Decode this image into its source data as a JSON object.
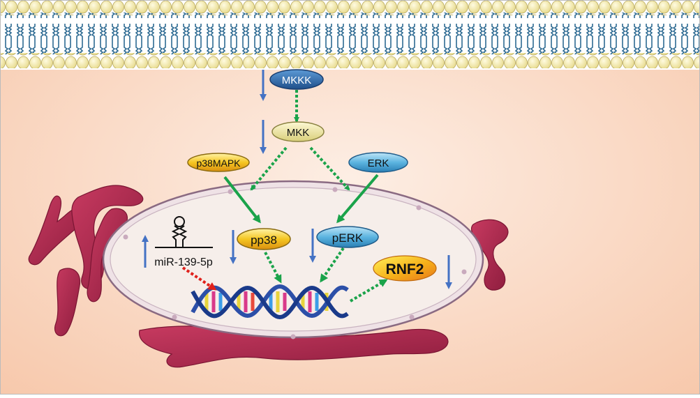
{
  "labels": {
    "mkkk": "MKKK",
    "mkk": "MKK",
    "p38mapk": "p38MAPK",
    "erk": "ERK",
    "pp38": "pp38",
    "perk": "pERK",
    "rnf2": "RNF2",
    "mirna": "miR-139-5p"
  },
  "colors": {
    "activation_arrow": "#1aa34a",
    "mirna_arrow": "#e0201b",
    "regulation_arrow": "#4472c4",
    "mkkk_fill": "#2f6fb0",
    "mkk_fill": "#efe7a0",
    "p38mapk_fill": "#f2c21c",
    "erk_fill": "#4aa9d8",
    "pp38_fill": "#f2c21c",
    "perk_fill": "#4aa9d8",
    "rnf2_fill": "#f2c21c",
    "membrane_head": "#f7f0b4",
    "membrane_tail": "#2f6e93",
    "nucleus_fill": "#f5ece6",
    "nucleus_border": "#8a6a82",
    "er_fill": "#b5294f"
  },
  "regulation": {
    "mkkk": "down",
    "mkk": "down",
    "pp38": "down",
    "perk": "down",
    "rnf2": "down",
    "mirna": "up"
  }
}
